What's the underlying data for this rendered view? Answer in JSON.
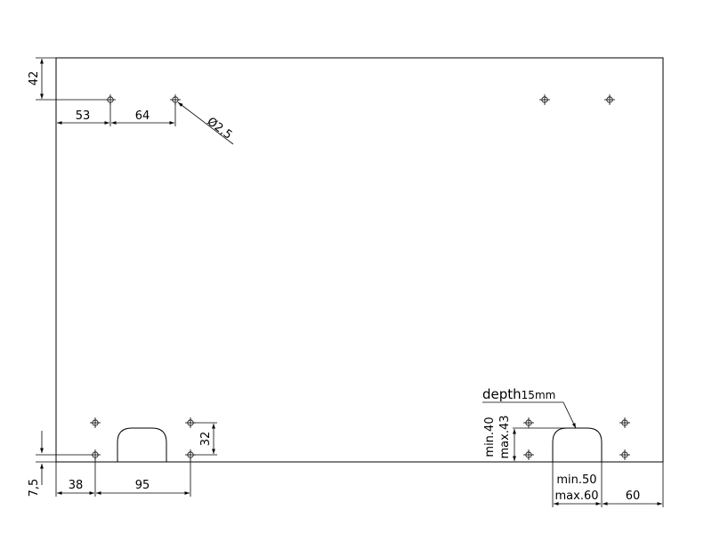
{
  "drawing": {
    "dimensions": {
      "top_offset": "42",
      "hole_left_offset": "53",
      "hole_spacing": "64",
      "hole_diameter": "Ø2,5",
      "bottom_offset": "7,5",
      "bottom_hole_left": "38",
      "bottom_hole_spacing": "95",
      "bottom_hole_height": "32",
      "handle_height_min": "min.40",
      "handle_height_max": "max.43",
      "handle_width_min": "min.50",
      "handle_width_max": "max.60",
      "right_offset": "60"
    },
    "depth_note": {
      "label": "depth",
      "value": "15mm"
    }
  }
}
